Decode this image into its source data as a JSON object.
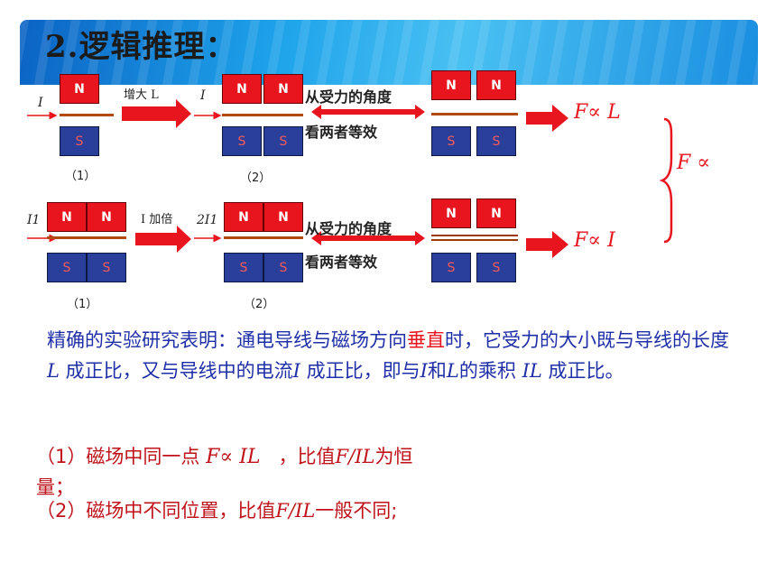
{
  "title": "2.逻辑推理：",
  "row1": {
    "current": "I",
    "step1_label": "增大 L",
    "current2": "I",
    "equiv_text_line1": "从受力的角度",
    "equiv_text_line2": "看两者等效",
    "caption1": "（1）",
    "caption2": "（2）",
    "result": "F∝ L"
  },
  "row2": {
    "current": "I1",
    "step1_label": "I 加倍",
    "current2": "2I1",
    "equiv_text_line1": "从受力的角度",
    "equiv_text_line2": "看两者等效",
    "caption1": "（1）",
    "caption2": "（2）",
    "result": "F∝ I"
  },
  "combined": "F ∝",
  "magnet": {
    "north": "N",
    "south": "S"
  },
  "paragraph": {
    "part1": "精确的实验研究表明：通电导线与磁场方向",
    "highlight": "垂直",
    "part2": "时，它受力的大小既与导线的长度",
    "L": "L",
    "part3": " 成正比，又与导线中的电流",
    "I": "I",
    "part4": " 成正比，即与",
    "I2": "I",
    "and": "和",
    "L2": "L",
    "part5": "的乘积  ",
    "IL": "IL",
    "part6": "  成正比。"
  },
  "conclusion1": {
    "prefix": "（1）磁场中同一点",
    "formula": "F∝  IL",
    "suffix_a": "，比值",
    "ratio": "F/IL",
    "suffix_b": "为恒",
    "wrap": "量；"
  },
  "conclusion2": {
    "prefix": "（2）磁场中不同位置，比值",
    "ratio": "F/IL",
    "suffix": "一般不同;"
  },
  "colors": {
    "north": "#e8141e",
    "south": "#2a3f99",
    "arrow": "#e8141e",
    "text_blue": "#1f2fa8",
    "text_red": "#c0121a"
  }
}
